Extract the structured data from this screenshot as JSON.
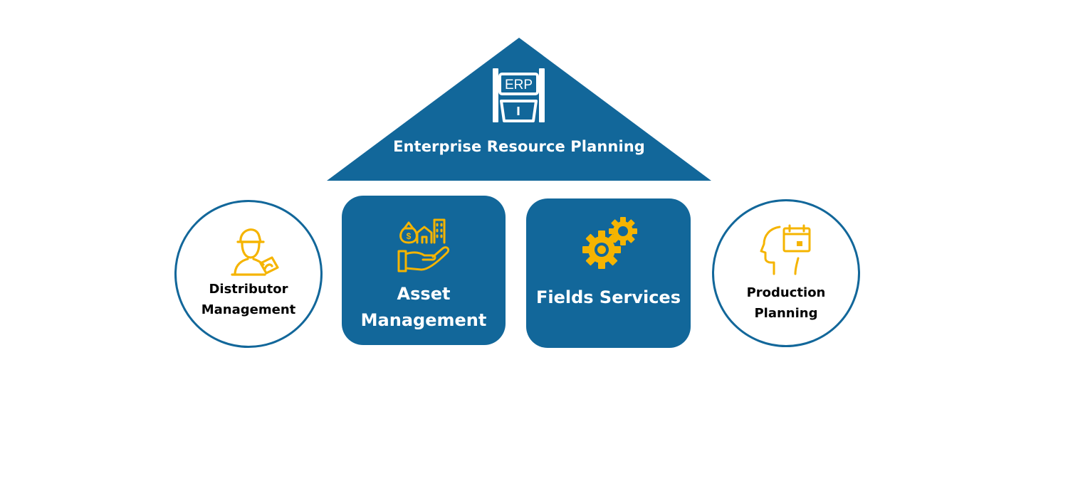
{
  "colors": {
    "primary": "#12679a",
    "accent": "#f5b400",
    "text_light": "#ffffff",
    "text_dark": "#000000"
  },
  "roof": {
    "icon": "erp-icon",
    "icon_text": "ERP",
    "title": "Enterprise Resource Planning"
  },
  "items": [
    {
      "shape": "circle",
      "icon": "distributor-icon",
      "label_line1": "Distributor",
      "label_line2": "Management"
    },
    {
      "shape": "rounded-box",
      "icon": "asset-hand-icon",
      "label_line1": "Asset",
      "label_line2": "Management"
    },
    {
      "shape": "rounded-box",
      "icon": "gears-icon",
      "label_line1": "Fields Services"
    },
    {
      "shape": "circle",
      "icon": "head-calendar-icon",
      "label_line1": "Production",
      "label_line2": "Planning"
    }
  ]
}
